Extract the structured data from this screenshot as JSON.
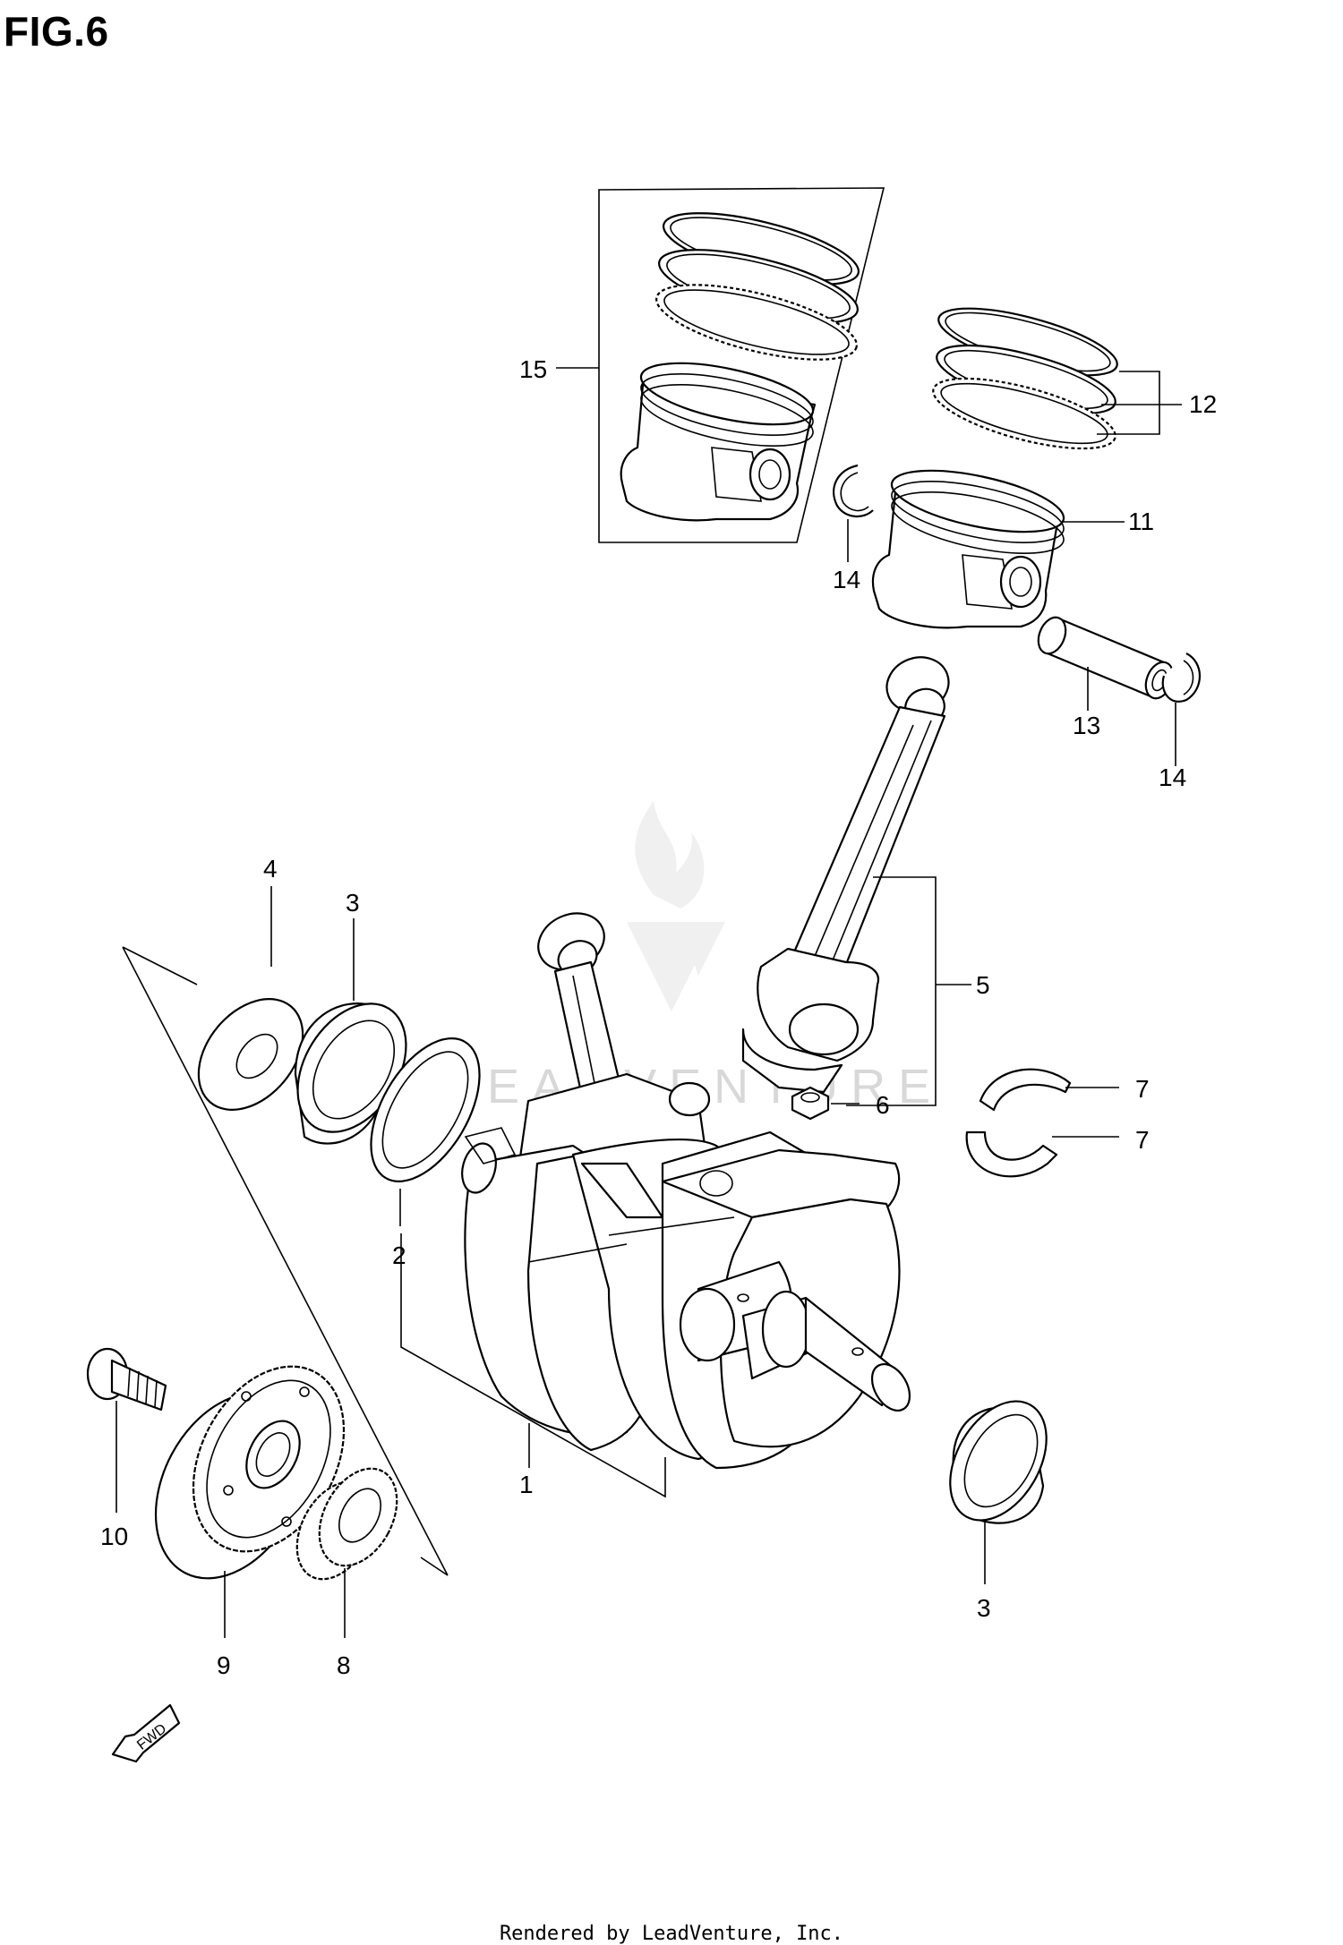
{
  "figure": {
    "title": "FIG.6"
  },
  "callouts": [
    {
      "id": "c1",
      "text": "1"
    },
    {
      "id": "c2",
      "text": "2"
    },
    {
      "id": "c3a",
      "text": "3"
    },
    {
      "id": "c3b",
      "text": "3"
    },
    {
      "id": "c4",
      "text": "4"
    },
    {
      "id": "c5",
      "text": "5"
    },
    {
      "id": "c6",
      "text": "6"
    },
    {
      "id": "c7a",
      "text": "7"
    },
    {
      "id": "c7b",
      "text": "7"
    },
    {
      "id": "c8",
      "text": "8"
    },
    {
      "id": "c9",
      "text": "9"
    },
    {
      "id": "c10",
      "text": "10"
    },
    {
      "id": "c11",
      "text": "11"
    },
    {
      "id": "c12",
      "text": "12"
    },
    {
      "id": "c13",
      "text": "13"
    },
    {
      "id": "c14a",
      "text": "14"
    },
    {
      "id": "c14b",
      "text": "14"
    },
    {
      "id": "c15",
      "text": "15"
    }
  ],
  "direction_badge": {
    "text": "FWD"
  },
  "watermark": {
    "text": "LEADVENTURE"
  },
  "footer": {
    "text": "Rendered by LeadVenture, Inc."
  }
}
